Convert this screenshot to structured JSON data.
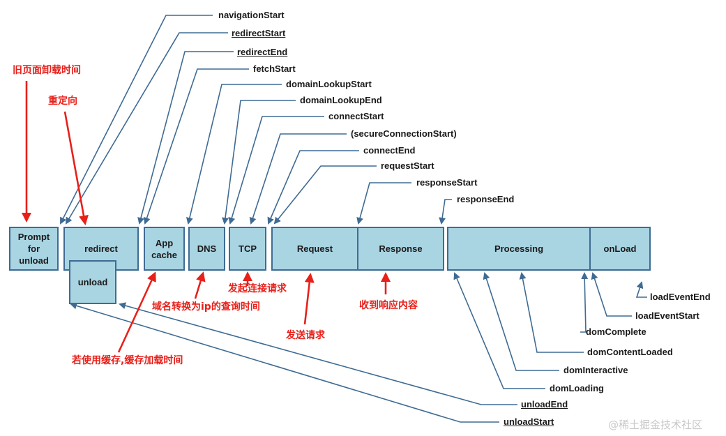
{
  "phases": {
    "prompt_for_unload": "Prompt\nfor\nunload",
    "redirect": "redirect",
    "unload": "unload",
    "app_cache": "App\ncache",
    "dns": "DNS",
    "tcp": "TCP",
    "request": "Request",
    "response": "Response",
    "processing": "Processing",
    "onload": "onLoad"
  },
  "events_top": {
    "navigation_start": "navigationStart",
    "redirect_start": "redirectStart",
    "redirect_end": "redirectEnd",
    "fetch_start": "fetchStart",
    "domain_lookup_start": "domainLookupStart",
    "domain_lookup_end": "domainLookupEnd",
    "connect_start": "connectStart",
    "secure_connection_start": "(secureConnectionStart)",
    "connect_end": "connectEnd",
    "request_start": "requestStart",
    "response_start": "responseStart",
    "response_end": "responseEnd"
  },
  "events_bottom": {
    "load_event_end": "loadEventEnd",
    "load_event_start": "loadEventStart",
    "dom_complete": "domComplete",
    "dom_content_loaded": "domContentLoaded",
    "dom_interactive": "domInteractive",
    "dom_loading": "domLoading",
    "unload_end": "unloadEnd",
    "unload_start": "unloadStart"
  },
  "annotations": {
    "old_page_unload_time": "旧页面卸载时间",
    "redirect": "重定向",
    "domain_to_ip_time": "域名转换为ip的查询时间",
    "initiate_connection": "发起连接请求",
    "send_request": "发送请求",
    "receive_response": "收到响应内容",
    "cache_load_time": "若使用缓存,缓存加载时间"
  },
  "watermark": "@稀土掘金技术社区",
  "colors": {
    "box_fill": "#a9d4e2",
    "box_border": "#3f6b93",
    "line": "#3f6b93",
    "annotation": "#e8201a"
  }
}
